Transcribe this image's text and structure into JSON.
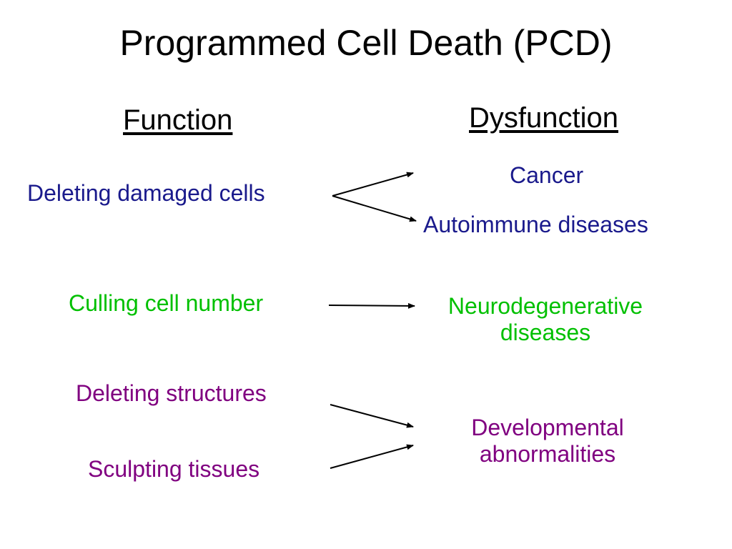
{
  "title": "Programmed Cell Death (PCD)",
  "columns": {
    "function": "Function",
    "dysfunction": "Dysfunction"
  },
  "functions": [
    {
      "label": "Deleting damaged cells",
      "color": "#1a1a8c"
    },
    {
      "label": "Culling cell number",
      "color": "#00c000"
    },
    {
      "label": "Deleting structures",
      "color": "#800080"
    },
    {
      "label": "Sculpting tissues",
      "color": "#800080"
    }
  ],
  "dysfunctions": [
    {
      "label": "Cancer",
      "color": "#1a1a8c"
    },
    {
      "label": "Autoimmune diseases",
      "color": "#1a1a8c"
    },
    {
      "line1": "Neurodegenerative",
      "line2": "diseases",
      "color": "#00c000"
    },
    {
      "line1": "Developmental",
      "line2": "abnormalities",
      "color": "#800080"
    }
  ],
  "arrow_color": "#000000"
}
